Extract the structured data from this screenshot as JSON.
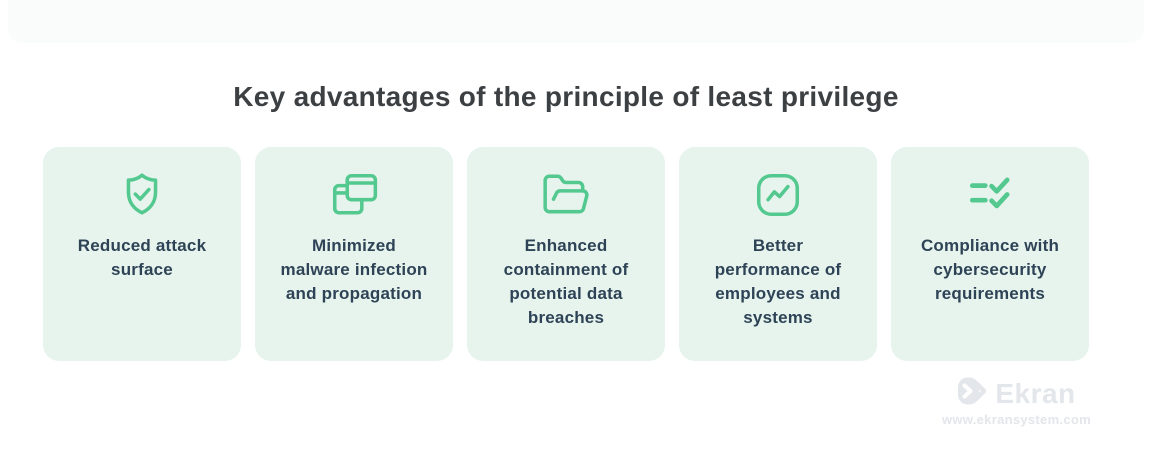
{
  "title": "Key advantages of the principle of least privilege",
  "cards": [
    {
      "icon": "shield-check-icon",
      "label": "Reduced attack surface",
      "label_lines": [
        "Reduced attack",
        "surface"
      ]
    },
    {
      "icon": "browser-windows-icon",
      "label": "Minimized malware infection and propagation",
      "label_lines": [
        "Minimized",
        "malware infection",
        "and propagation"
      ]
    },
    {
      "icon": "open-folder-icon",
      "label": "Enhanced containment of potential data breaches",
      "label_lines": [
        "Enhanced",
        "containment of",
        "potential data",
        "breaches"
      ]
    },
    {
      "icon": "trend-chart-icon",
      "label": "Better performance of employees and systems",
      "label_lines": [
        "Better",
        "performance of",
        "employees and",
        "systems"
      ]
    },
    {
      "icon": "checklist-icon",
      "label": "Compliance with cybersecurity requirements",
      "label_lines": [
        "Compliance with",
        "cybersecurity",
        "requirements"
      ]
    }
  ],
  "watermark": {
    "brand": "Ekran",
    "website": "www.ekransystem.com"
  },
  "colors": {
    "accent_green": "#54c98f",
    "card_background": "#e7f4ee",
    "title_text": "#3d4043",
    "card_text": "#2e4356",
    "top_panel": "#fafbfb",
    "watermark_gray": "#e3e6ea",
    "page_background": "#ffffff"
  }
}
